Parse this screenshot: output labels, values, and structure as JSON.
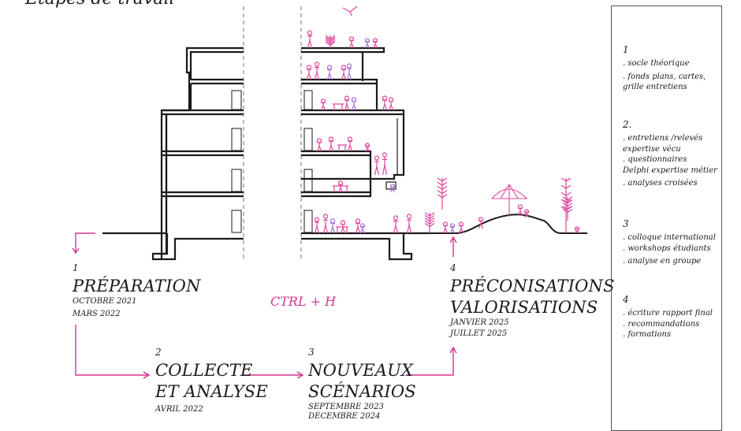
{
  "header": {
    "title": "Étapes de travail"
  },
  "center_note": {
    "text": "CTRL + H",
    "color": "#d6338f"
  },
  "colors": {
    "accent": "#d6338f",
    "ink": "#1a1a1a",
    "figure_pink": "#e0479e",
    "figure_violet": "#a86fd6"
  },
  "phases": [
    {
      "num": "1",
      "title_lines": [
        "PRÉPARATION"
      ],
      "dates": [
        "OCTOBRE 2021",
        "MARS 2022"
      ]
    },
    {
      "num": "2",
      "title_lines": [
        "COLLECTE",
        "ET ANALYSE"
      ],
      "dates": [
        "AVRIL 2022"
      ]
    },
    {
      "num": "3",
      "title_lines": [
        "NOUVEAUX",
        "SCÉNARIOS"
      ],
      "dates": [
        "SEPTEMBRE 2023",
        "DECEMBRE 2024"
      ]
    },
    {
      "num": "4",
      "title_lines": [
        "PRÉCONISATIONS",
        "VALORISATIONS"
      ],
      "dates": [
        "JANVIER 2025",
        "JUILLET 2025"
      ]
    }
  ],
  "side_panel": {
    "groups": [
      {
        "num": "1",
        "items": [
          ". socle théorique",
          ". fonds plans, cartes,",
          "grille entretiens"
        ]
      },
      {
        "num": "2.",
        "items": [
          ". entretiens /relevés",
          "expertise vécu",
          ". questionnaires",
          "Delphi expertise métier",
          ". analyses croisées"
        ]
      },
      {
        "num": "3",
        "items": [
          ". colloque international",
          ". workshops étudiants",
          ". analyse en groupe"
        ]
      },
      {
        "num": "4",
        "items": [
          ". écriture rapport final",
          ". recommandations",
          ". formations"
        ]
      }
    ]
  }
}
